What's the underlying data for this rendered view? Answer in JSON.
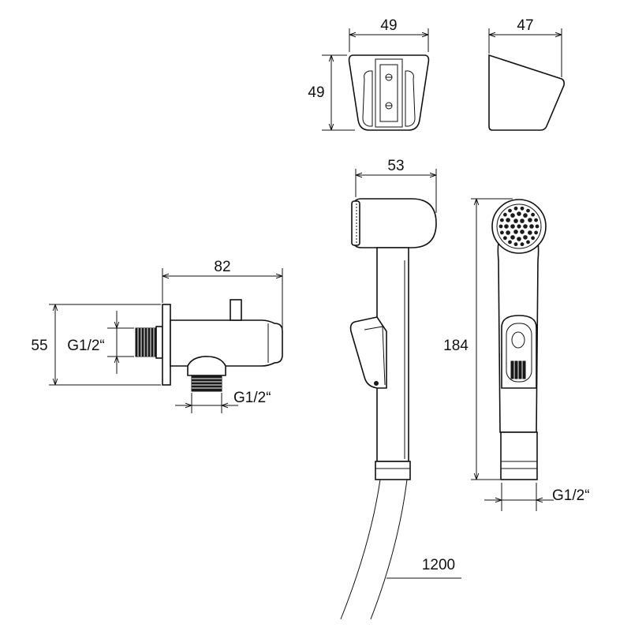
{
  "holder": {
    "front_width": "49",
    "front_height": "49",
    "side_width": "47"
  },
  "handset": {
    "width": "53",
    "length": "184",
    "thread": "G1/2“"
  },
  "valve": {
    "length": "82",
    "height": "55",
    "inlet_thread": "G1/2“",
    "outlet_thread": "G1/2“"
  },
  "hose": {
    "length": "1200"
  }
}
